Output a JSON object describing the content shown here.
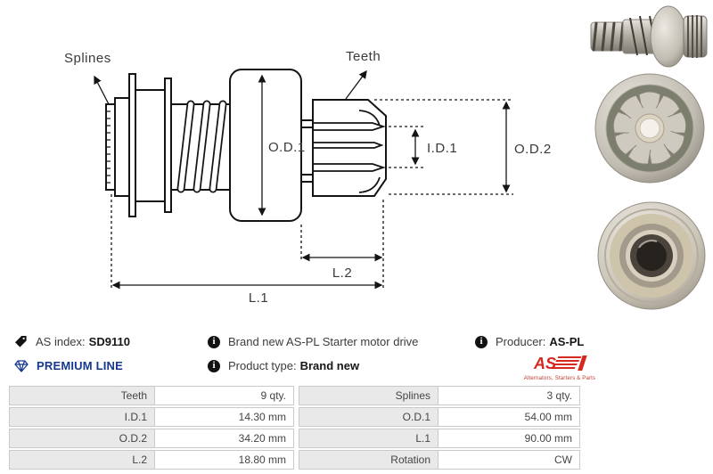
{
  "drawing": {
    "labels": {
      "splines": "Splines",
      "teeth": "Teeth",
      "od1": "O.D.1",
      "id1": "I.D.1",
      "od2": "O.D.2",
      "l1": "L.1",
      "l2": "L.2"
    }
  },
  "photos": {
    "side_view": "starter-drive-side-photo",
    "front_view": "pinion-gear-front-photo",
    "rear_view": "bearing-rear-photo"
  },
  "info": {
    "as_index_label": "AS index:",
    "as_index_value": "SD9110",
    "premium_line": "PREMIUM LINE",
    "description": "Brand new AS-PL Starter motor drive",
    "product_type_label": "Product type:",
    "product_type_value": "Brand new",
    "producer_label": "Producer:",
    "producer_value": "AS-PL",
    "logo_text": "AS",
    "logo_caption": "Alternators, Starters & Parts"
  },
  "specs": {
    "rows": [
      {
        "label1": "Teeth",
        "value1": "9 qty.",
        "label2": "Splines",
        "value2": "3 qty."
      },
      {
        "label1": "I.D.1",
        "value1": "14.30 mm",
        "label2": "O.D.1",
        "value2": "54.00 mm"
      },
      {
        "label1": "O.D.2",
        "value1": "34.20 mm",
        "label2": "L.1",
        "value2": "90.00 mm"
      },
      {
        "label1": "L.2",
        "value1": "18.80 mm",
        "label2": "Rotation",
        "value2": "CW"
      }
    ]
  },
  "colors": {
    "accent_blue": "#16388e",
    "logo_red": "#d6281f",
    "table_label_bg": "#e9e9e9",
    "table_border": "#c9c9c9",
    "line_black": "#141414"
  }
}
